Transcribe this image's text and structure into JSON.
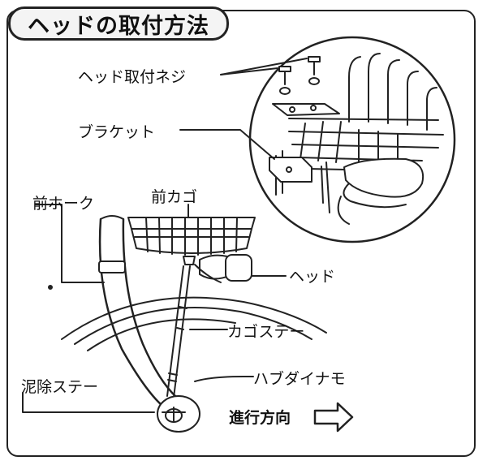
{
  "title": "ヘッドの取付方法",
  "labels": {
    "head_screw": "ヘッド取付ネジ",
    "bracket": "ブラケット",
    "front_fork": "前ホーク",
    "front_basket": "前カゴ",
    "head": "ヘッド",
    "basket_stay": "カゴステー",
    "hub_dynamo": "ハブダイナモ",
    "mud_stay": "泥除ステー",
    "direction": "進行方向"
  },
  "colors": {
    "line": "#222222",
    "background": "#ffffff",
    "title_bg": "#f4f4f4"
  }
}
